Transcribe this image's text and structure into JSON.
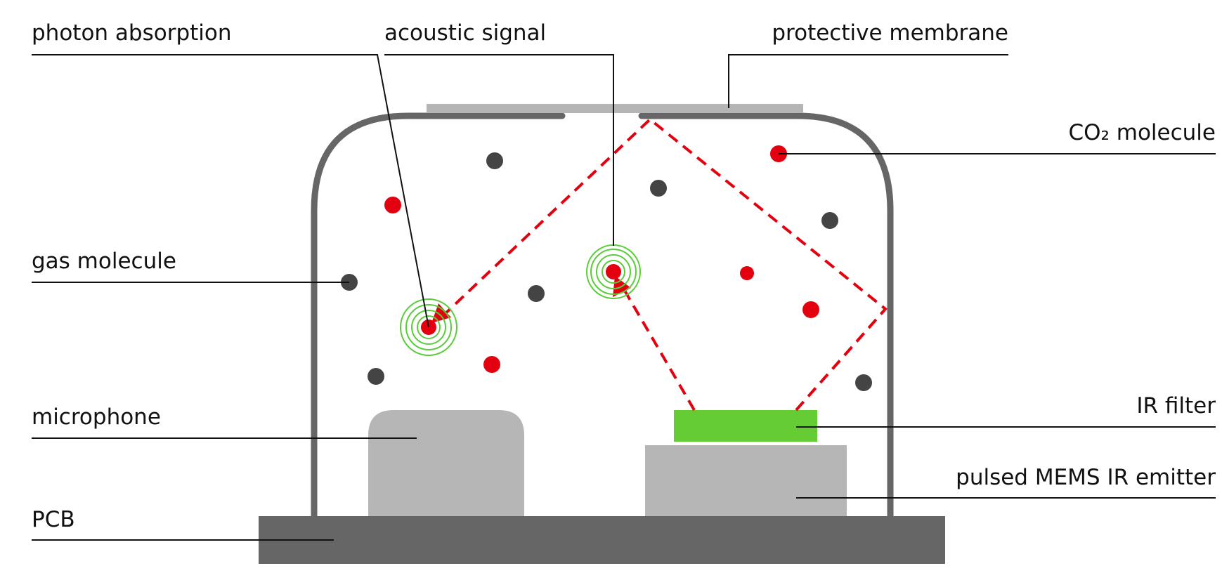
{
  "labels": {
    "photon_absorption": "photon absorption",
    "acoustic_signal": "acoustic signal",
    "protective_membrane": "protective membrane",
    "co2_molecule": "CO₂ molecule",
    "gas_molecule": "gas molecule",
    "microphone": "microphone",
    "ir_filter": "IR filter",
    "pulsed_mems_ir_emitter": "pulsed MEMS IR emitter",
    "pcb": "PCB"
  },
  "colors": {
    "pcb": "#666666",
    "housing": "#666666",
    "membrane": "#b5b5b5",
    "microphone": "#b6b6b6",
    "emitter": "#b6b6b6",
    "ir_filter": "#66cc33",
    "co2_molecule": "#e3000f",
    "gas_molecule": "#444444",
    "light_path": "#e3000f",
    "acoustic_wave": "#5acc3a",
    "leader_line": "#111111",
    "text": "#111111"
  }
}
